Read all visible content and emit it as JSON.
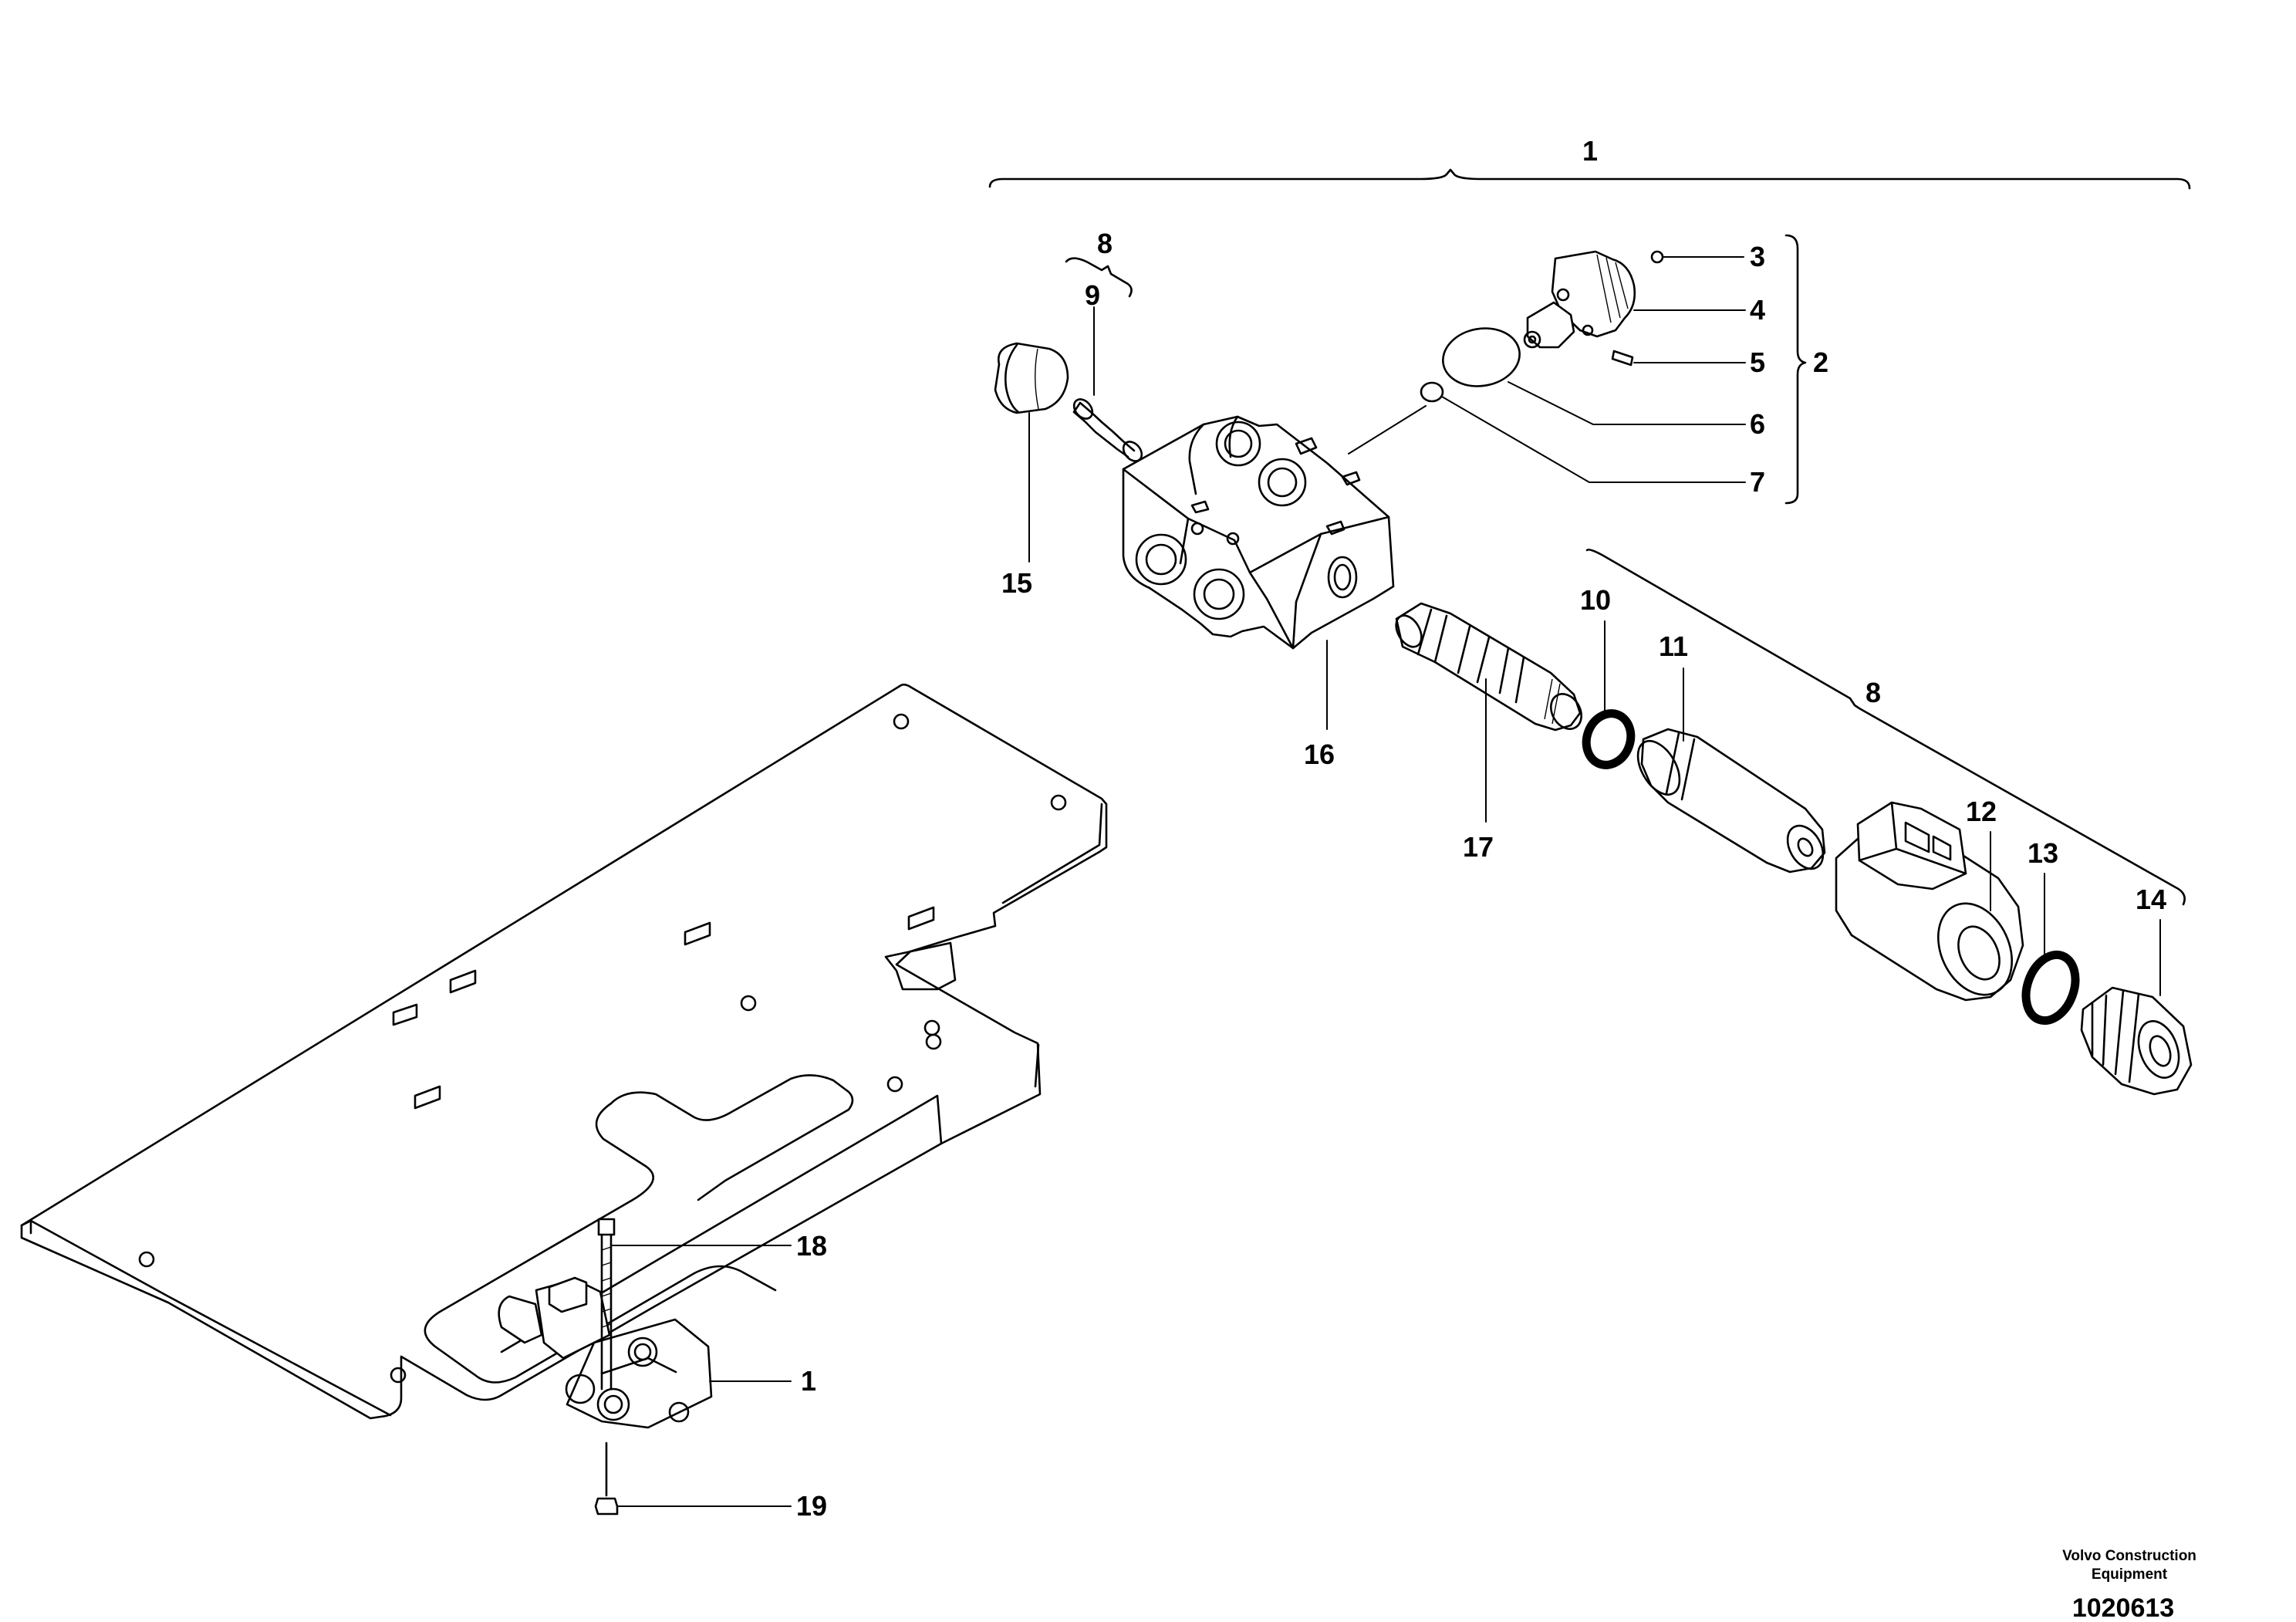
{
  "callouts": {
    "assembly_top": "1",
    "assembly_bottom": "1",
    "relief_valve_group": "2",
    "ball": "3",
    "relief_valve": "4",
    "pin": "5",
    "o_ring_large": "6",
    "o_ring_small": "7",
    "solenoid_kit": "8",
    "solenoid_kit_small": "8",
    "spring": "9",
    "o_ring_10": "10",
    "sleeve": "11",
    "coil": "12",
    "o_ring_13": "13",
    "nut": "14",
    "plug": "15",
    "valve_body": "16",
    "spool": "17",
    "screw": "18",
    "lock_nut": "19"
  },
  "footer": {
    "brand_line1": "Volvo Construction",
    "brand_line2": "Equipment",
    "doc_number": "1020613"
  }
}
